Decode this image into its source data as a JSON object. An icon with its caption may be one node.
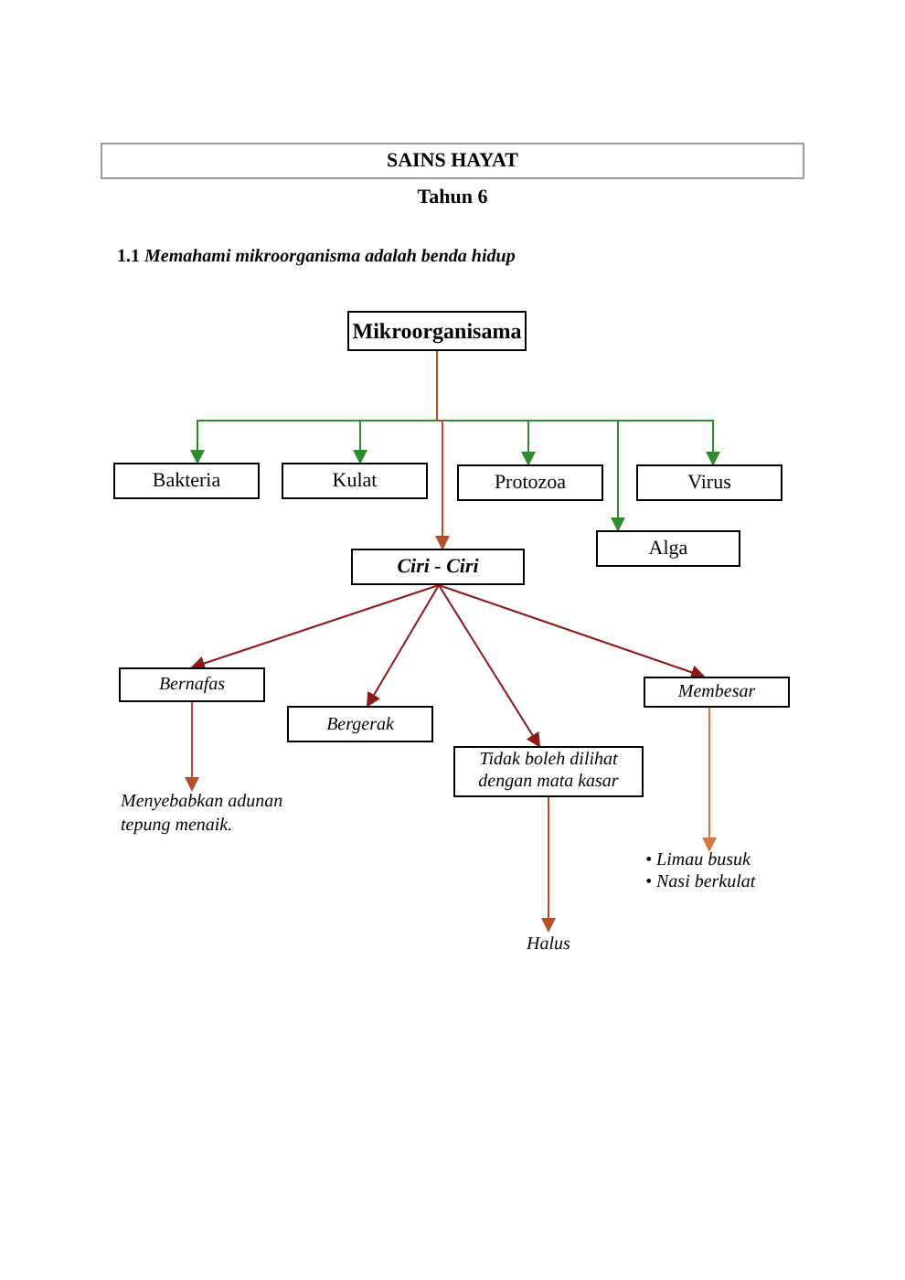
{
  "diagram": {
    "title": "SAINS HAYAT",
    "nodes": [
      {
        "text": [
          "Mikroorganisama"
        ]
      },
      {
        "text": [
          "Bakteria"
        ]
      },
      {
        "text": [
          "Kulat"
        ]
      },
      {
        "text": [
          "Protozoa"
        ]
      },
      {
        "text": [
          "Virus"
        ]
      },
      {
        "text": [
          "Alga"
        ]
      },
      {
        "text": [
          "Ciri - Ciri"
        ]
      },
      {
        "text": [
          "Bernafas"
        ]
      },
      {
        "text": [
          "Bergerak"
        ]
      },
      {
        "text": [
          "Tidak boleh dilihat dengan mata kasar"
        ]
      },
      {
        "text": [
          "Membesar"
        ]
      },
      {
        "text": [
          "Menyebabkan adunan tepung menaik."
        ]
      },
      {
        "text": [
          "Halus"
        ]
      },
      {
        "text": [
          "• Limau busuk",
          "• Nasi berkulat"
        ]
      }
    ],
    "edges": [
      {
        "from": 0,
        "to": 1,
        "arrow": "to"
      },
      {
        "from": 0,
        "to": 2,
        "arrow": "to"
      },
      {
        "from": 0,
        "to": 3,
        "arrow": "to"
      },
      {
        "from": 0,
        "to": 4,
        "arrow": "to"
      },
      {
        "from": 0,
        "to": 5,
        "arrow": "to"
      },
      {
        "from": 0,
        "to": 6,
        "arrow": "to",
        "color": "#b5502a"
      },
      {
        "from": 6,
        "to": 7,
        "arrow": "to",
        "color": "#8b1a1a"
      },
      {
        "from": 6,
        "to": 8,
        "arrow": "to",
        "color": "#8b1a1a"
      },
      {
        "from": 6,
        "to": 9,
        "arrow": "to",
        "color": "#8b1a1a"
      },
      {
        "from": 6,
        "to": 10,
        "arrow": "to",
        "color": "#8b1a1a"
      },
      {
        "from": 7,
        "to": 11,
        "arrow": "to",
        "color": "#b5502a"
      },
      {
        "from": 9,
        "to": 12,
        "arrow": "to",
        "color": "#b5502a"
      },
      {
        "from": 10,
        "to": 13,
        "arrow": "to",
        "color": "#d07a40"
      }
    ],
    "labels": [
      "Tahun 6",
      "1.1 *Memahami mikroorganisma adalah benda hidup*"
    ]
  }
}
